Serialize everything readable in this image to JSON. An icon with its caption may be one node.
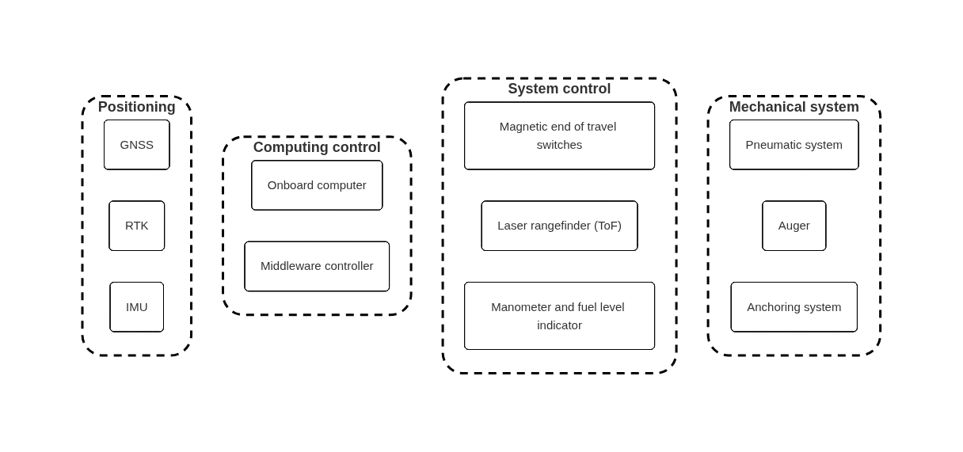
{
  "diagram": {
    "nodes": [
      {
        "text": [
          "Mechanical system"
        ]
      },
      {
        "text": [
          "Pneumatic system"
        ],
        "in": 0
      },
      {
        "text": [
          "Auger"
        ],
        "in": 0
      },
      {
        "text": [
          "Anchoring system"
        ],
        "in": 0
      },
      {
        "text": [
          "System control"
        ]
      },
      {
        "text": [
          "Magnetic end of travel switches"
        ],
        "in": 4
      },
      {
        "text": [
          "Laser rangefinder (ToF)"
        ],
        "in": 4
      },
      {
        "text": [
          "Manometer and fuel level indicator"
        ],
        "in": 4
      },
      {
        "text": [
          "Computing control"
        ]
      },
      {
        "text": [
          "Onboard computer"
        ],
        "in": 8
      },
      {
        "text": [
          "Middleware controller"
        ],
        "in": 8
      },
      {
        "text": [
          "Positioning"
        ]
      },
      {
        "text": [
          "GNSS"
        ],
        "in": 11
      },
      {
        "text": [
          "RTK"
        ],
        "in": 11
      },
      {
        "text": [
          "IMU"
        ],
        "in": 11
      }
    ]
  }
}
